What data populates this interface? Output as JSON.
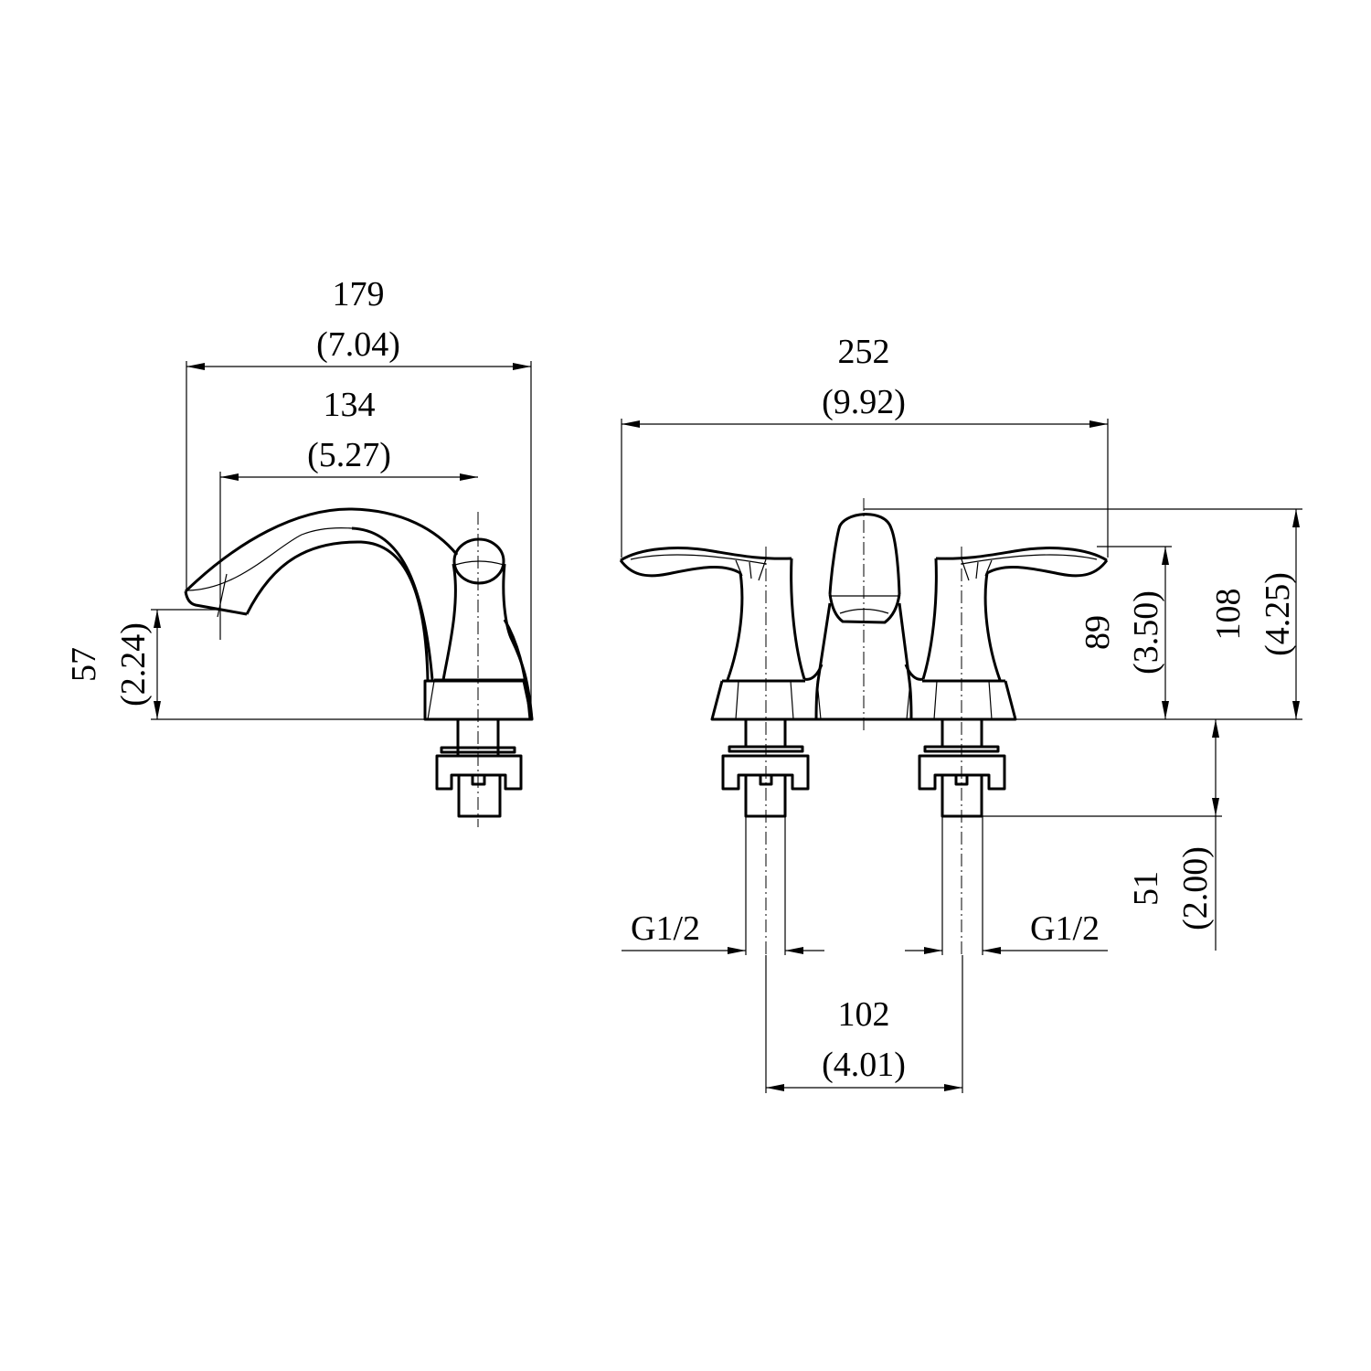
{
  "side_view": {
    "overall_length": {
      "mm": "179",
      "inch": "(7.04)"
    },
    "spout_reach": {
      "mm": "134",
      "inch": "(5.27)"
    },
    "spout_height": {
      "mm": "57",
      "inch": "(2.24)"
    }
  },
  "front_view": {
    "overall_width": {
      "mm": "252",
      "inch": "(9.92)"
    },
    "handle_height": {
      "mm": "89",
      "inch": "(3.50)"
    },
    "overall_height": {
      "mm": "108",
      "inch": "(4.25)"
    },
    "shank_length": {
      "mm": "51",
      "inch": "(2.00)"
    },
    "center_spacing": {
      "mm": "102",
      "inch": "(4.01)"
    },
    "thread_left": "G1/2",
    "thread_right": "G1/2"
  }
}
